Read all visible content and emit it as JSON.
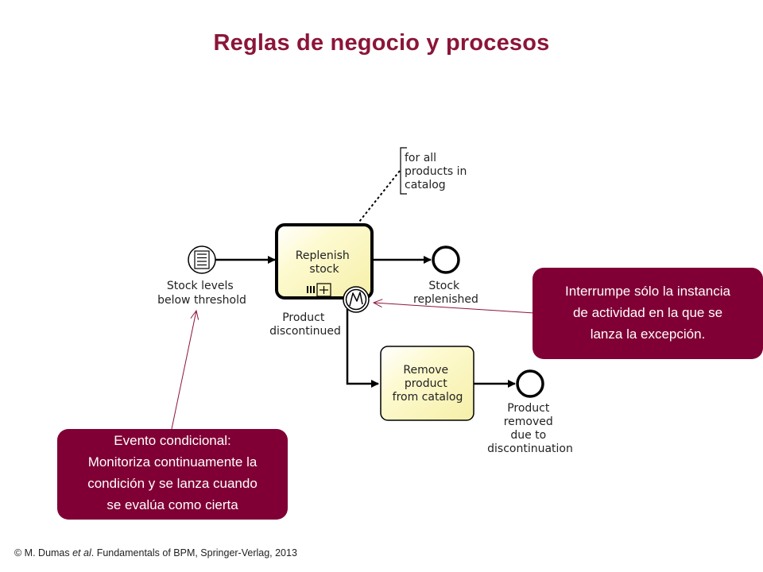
{
  "title": "Reglas de negocio y procesos",
  "diagram": {
    "start_event_label": [
      "Stock levels",
      "below threshold"
    ],
    "task_replenish": [
      "Replenish",
      "stock"
    ],
    "annotation": [
      "for all",
      "products in",
      "catalog"
    ],
    "end_event_stock_label": [
      "Stock",
      "replenished"
    ],
    "boundary_event_label": [
      "Product",
      "discontinued"
    ],
    "task_remove": [
      "Remove",
      "product",
      "from catalog"
    ],
    "end_event_removed_label": [
      "Product",
      "removed",
      "due to",
      "discontinuation"
    ]
  },
  "callouts": {
    "interrupt": [
      "Interrumpe sólo la instancia",
      "de actividad en la que se",
      "lanza la excepción."
    ],
    "conditional": [
      "Evento condicional:",
      "Monitoriza continuamente la",
      "condición y se lanza cuando",
      "se evalúa como cierta"
    ]
  },
  "footer": {
    "prefix": "© M. Dumas ",
    "etal": "et al",
    "suffix": ". Fundamentals of BPM, Springer-Verlag,  2013"
  },
  "colors": {
    "title": "#8b1538",
    "callout_bg": "#800035",
    "task_fill": "#fdfacd",
    "arrow_thin": "#8b1538"
  }
}
